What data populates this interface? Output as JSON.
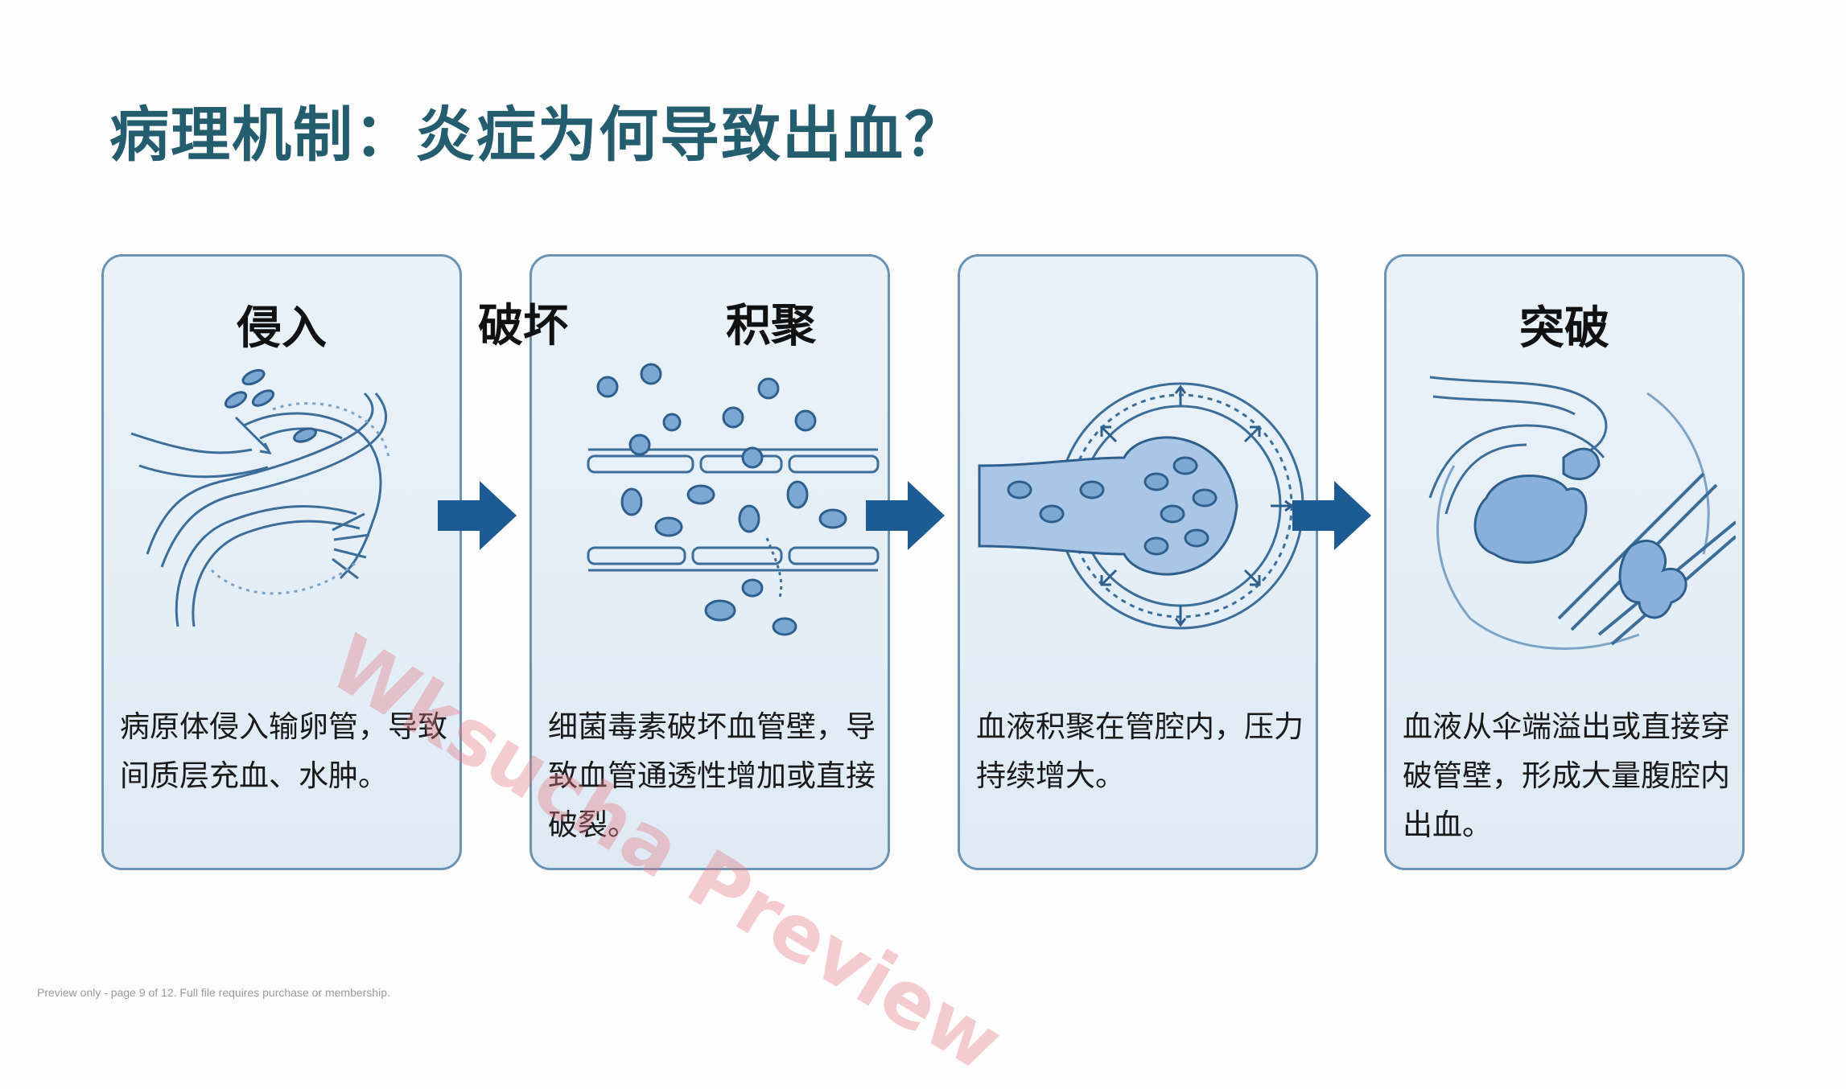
{
  "slide": {
    "title": "病理机制：炎症为何导致出血？",
    "colors": {
      "title": "#245d6e",
      "card_border": "#6a93b4",
      "arrow": "#1d5b94",
      "illustration": "#3d6d99"
    }
  },
  "stage_labels": {
    "break_label": "破坏",
    "accumulate_label": "积聚"
  },
  "cards": [
    {
      "title": "侵入",
      "icon": "fallopian-tube-invasion-illustration",
      "description": "病原体侵入输卵管，导致间质层充血、水肿。"
    },
    {
      "title": "",
      "icon": "vessel-wall-damage-illustration",
      "description": "细菌毒素破坏血管壁，导致血管通透性增加或直接破裂。"
    },
    {
      "title": "",
      "icon": "lumen-pressure-illustration",
      "description": "血液积聚在管腔内，压力持续增大。"
    },
    {
      "title": "突破",
      "icon": "hemorrhage-breakthrough-illustration",
      "description": "血液从伞端溢出或直接穿破管壁，形成大量腹腔内出血。"
    }
  ],
  "arrows": [
    "arrow-right-icon",
    "arrow-right-icon",
    "arrow-right-icon"
  ],
  "watermark": "Wksucha Preview",
  "footer": "Preview only - page 9 of 12. Full file requires purchase or membership."
}
